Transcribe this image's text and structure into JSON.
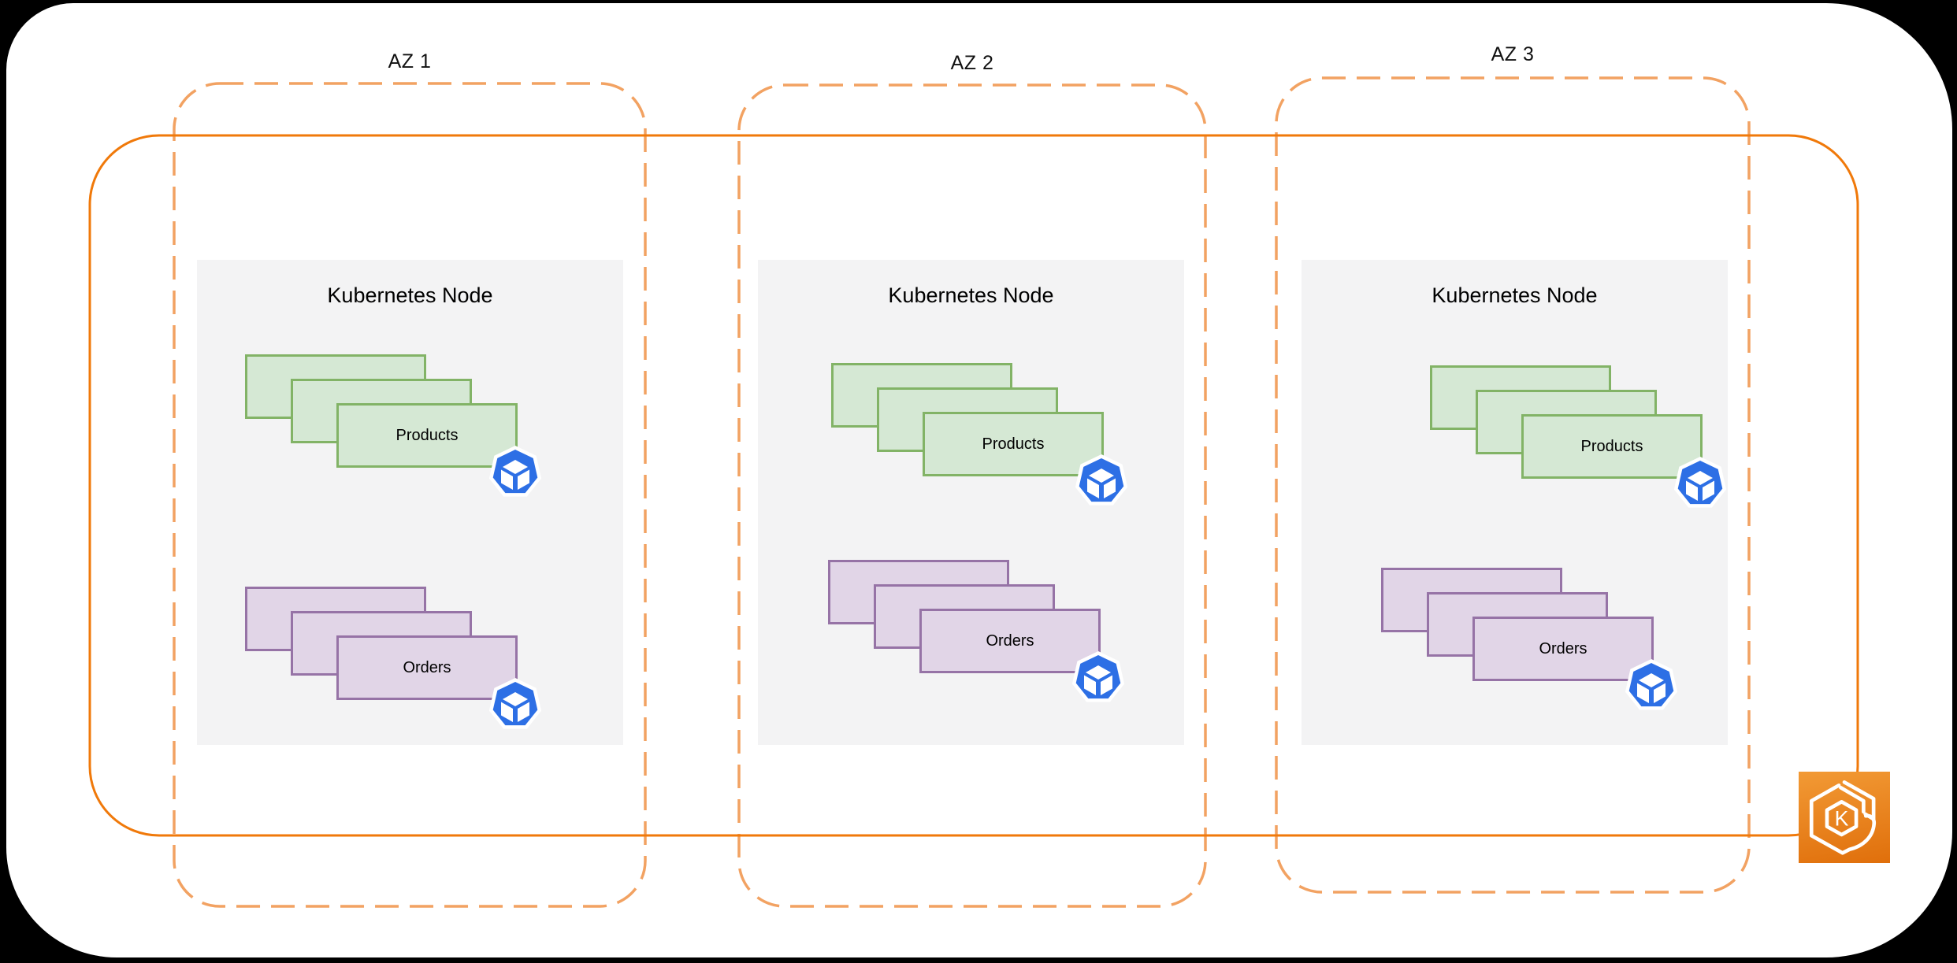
{
  "diagram": {
    "availability_zones": [
      {
        "label": "AZ 1",
        "node": {
          "title": "Kubernetes Node",
          "deployments": [
            {
              "label": "Products"
            },
            {
              "label": "Orders"
            }
          ]
        }
      },
      {
        "label": "AZ 2",
        "node": {
          "title": "Kubernetes Node",
          "deployments": [
            {
              "label": "Products"
            },
            {
              "label": "Orders"
            }
          ]
        }
      },
      {
        "label": "AZ 3",
        "node": {
          "title": "Kubernetes Node",
          "deployments": [
            {
              "label": "Products"
            },
            {
              "label": "Orders"
            }
          ]
        }
      }
    ],
    "eks_icon": {
      "letter": "K",
      "name": "amazon-eks-icon"
    },
    "pod_icon_name": "kubernetes-pod-icon"
  },
  "colors": {
    "page_bg": "#000000",
    "canvas_bg": "#ffffff",
    "az_border": "#F2A262",
    "cluster_border": "#F0790A",
    "products_fill": "#D5E8D4",
    "products_border": "#82B366",
    "orders_fill": "#E1D5E7",
    "orders_border": "#9673A6",
    "node_fill": "#F3F3F4",
    "pod_blue": "#2D6FE5",
    "eks_gradient_top": "#F29A35",
    "eks_gradient_bottom": "#E06F0B"
  }
}
